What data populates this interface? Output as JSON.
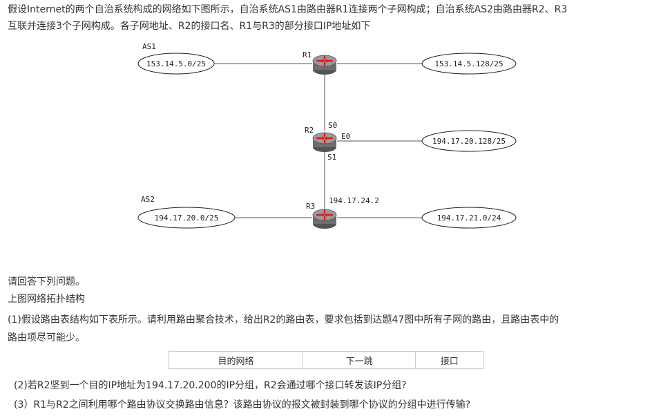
{
  "intro": {
    "line1": "假设Internet的两个自治系统构成的网络如下图所示，自治系统AS1由路由器R1连接两个子网构成；自治系统AS2由路由器R2、R3",
    "line2": "互联并连接3个子网构成。各子网地址、R2的接口名、R1与R3的部分接口IP地址如下"
  },
  "diagram": {
    "as1_label": "AS1",
    "as2_label": "AS2",
    "routers": [
      {
        "label": "R1",
        "icon": "router-icon"
      },
      {
        "label": "R2",
        "icon": "router-icon"
      },
      {
        "label": "R3",
        "icon": "router-icon"
      }
    ],
    "subnets": {
      "as1_left": "153.14.5.0/25",
      "as1_right": "153.14.5.128/25",
      "r2_right": "194.17.20.128/25",
      "as2_left": "194.17.20.0/25",
      "r3_right": "194.17.21.0/24"
    },
    "interfaces": {
      "s0": "S0",
      "e0": "E0",
      "s1": "S1",
      "r3_ip": "194.17.24.2"
    }
  },
  "questions": {
    "ask": "请回答下列问题。",
    "topology": "上图网络拓扑结构",
    "q1_line1": "(1)假设路由表结构如下表所示。请利用路由聚合技术，给出R2的路由表，要求包括到达题47图中所有子网的路由，且路由表中的",
    "q1_line2": "路由项尽可能少。",
    "q2": "(2)若R2坚到一个目的IP地址为194.17.20.200的IP分组，R2会通过哪个接口转发该IP分组?",
    "q3": "(3）R1与R2之间利用哪个路由协议交换路由信息？该路由协议的报文被封装到哪个协议的分组中进行传输?"
  },
  "routing_table": {
    "headers": [
      "目的网络",
      "下一跳",
      "接口"
    ]
  },
  "colors": {
    "router_fill": "#8a8a8a",
    "router_arrow": "#d21a1a",
    "line": "#555555"
  }
}
